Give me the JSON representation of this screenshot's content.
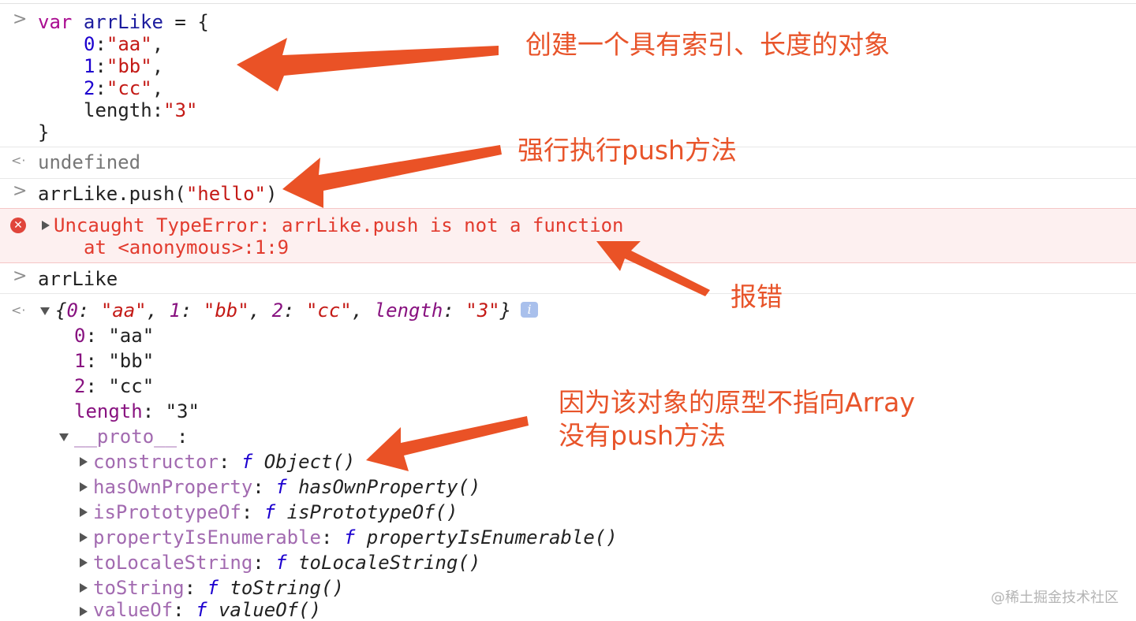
{
  "console": {
    "input1": {
      "prompt": ">",
      "kw": "var",
      "name": "arrLike",
      "assign": " = {",
      "entries": [
        {
          "key": "0",
          "sep": ":",
          "value": "\"aa\"",
          "tail": ","
        },
        {
          "key": "1",
          "sep": ":",
          "value": "\"bb\"",
          "tail": ","
        },
        {
          "key": "2",
          "sep": ":",
          "value": "\"cc\"",
          "tail": ","
        },
        {
          "key": "length",
          "sep": ":",
          "value": "\"3\"",
          "tail": ""
        }
      ],
      "close": "}"
    },
    "result1": {
      "prompt": "<·",
      "value": "undefined"
    },
    "input2": {
      "prompt": ">",
      "call": "arrLike.push(",
      "arg": "\"hello\"",
      "end": ")"
    },
    "error": {
      "icon": "✕",
      "message": "Uncaught TypeError: arrLike.push is not a function",
      "location": "at <anonymous>:1:9"
    },
    "input3": {
      "prompt": ">",
      "text": "arrLike"
    },
    "result3": {
      "prompt": "<·",
      "summary": {
        "open": "{",
        "items": [
          {
            "key": "0",
            "value": "\"aa\""
          },
          {
            "key": "1",
            "value": "\"bb\""
          },
          {
            "key": "2",
            "value": "\"cc\""
          },
          {
            "key": "length",
            "value": "\"3\""
          }
        ],
        "close": "}"
      },
      "info_icon": "i",
      "props": [
        {
          "key": "0",
          "value": "\"aa\""
        },
        {
          "key": "1",
          "value": "\"bb\""
        },
        {
          "key": "2",
          "value": "\"cc\""
        },
        {
          "key": "length",
          "value": "\"3\""
        }
      ],
      "proto_label": "__proto__",
      "proto_items": [
        {
          "key": "constructor",
          "f": "f",
          "name": "Object()"
        },
        {
          "key": "hasOwnProperty",
          "f": "f",
          "name": "hasOwnProperty()"
        },
        {
          "key": "isPrototypeOf",
          "f": "f",
          "name": "isPrototypeOf()"
        },
        {
          "key": "propertyIsEnumerable",
          "f": "f",
          "name": "propertyIsEnumerable()"
        },
        {
          "key": "toLocaleString",
          "f": "f",
          "name": "toLocaleString()"
        },
        {
          "key": "toString",
          "f": "f",
          "name": "toString()"
        },
        {
          "key": "valueOf",
          "f": "f",
          "name": "valueOf()"
        }
      ]
    }
  },
  "annotations": {
    "create": "创建一个具有索引、长度的对象",
    "push": "强行执行push方法",
    "error": "报错",
    "reason_line1": "因为该对象的原型不指向Array",
    "reason_line2": "没有push方法"
  },
  "colors": {
    "annotation": "#e8542a",
    "error_text": "#e23b2e",
    "error_bg": "#fdf0f0"
  },
  "watermark": "@稀土掘金技术社区"
}
